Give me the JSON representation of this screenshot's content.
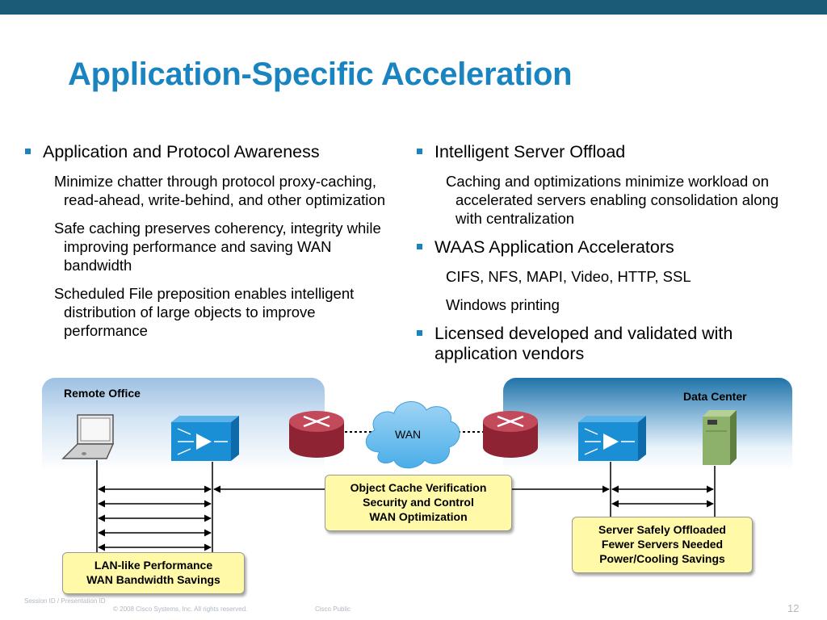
{
  "slide": {
    "title": "Application-Specific Acceleration",
    "left_column": {
      "heading": "Application and Protocol Awareness",
      "items": [
        "Minimize chatter through protocol proxy-caching, read-ahead, write-behind, and other optimization",
        "Safe caching preserves coherency, integrity while improving performance and saving WAN bandwidth",
        "Scheduled File preposition enables intelligent distribution of large objects to improve performance"
      ]
    },
    "right_column": {
      "sections": [
        {
          "heading": "Intelligent Server Offload",
          "items": [
            "Caching and optimizations minimize workload on accelerated servers enabling consolidation along with centralization"
          ]
        },
        {
          "heading": "WAAS Application Accelerators",
          "items": [
            "CIFS, NFS, MAPI, Video, HTTP, SSL",
            "Windows printing"
          ]
        },
        {
          "heading": "Licensed developed and validated with application vendors",
          "items": []
        }
      ]
    }
  },
  "diagram": {
    "remote_label": "Remote Office",
    "datacenter_label": "Data Center",
    "wan_label": "WAN",
    "center_box": [
      "Object Cache Verification",
      "Security and Control",
      "WAN Optimization"
    ],
    "lan_box": [
      "LAN-like Performance",
      "WAN Bandwidth Savings"
    ],
    "server_box": [
      "Server Safely Offloaded",
      "Fewer Servers Needed",
      "Power/Cooling Savings"
    ],
    "colors": {
      "accent": "#1a84c0",
      "box_fill": "#fff9a8",
      "device_blue": "#1a8fd6",
      "router": "#b8394a",
      "server": "#8db06a"
    }
  },
  "footer": {
    "session_id": "Session ID / Presentation ID",
    "copyright": "© 2008 Cisco Systems, Inc. All rights reserved.",
    "classification": "Cisco Public",
    "page_number": "12"
  }
}
